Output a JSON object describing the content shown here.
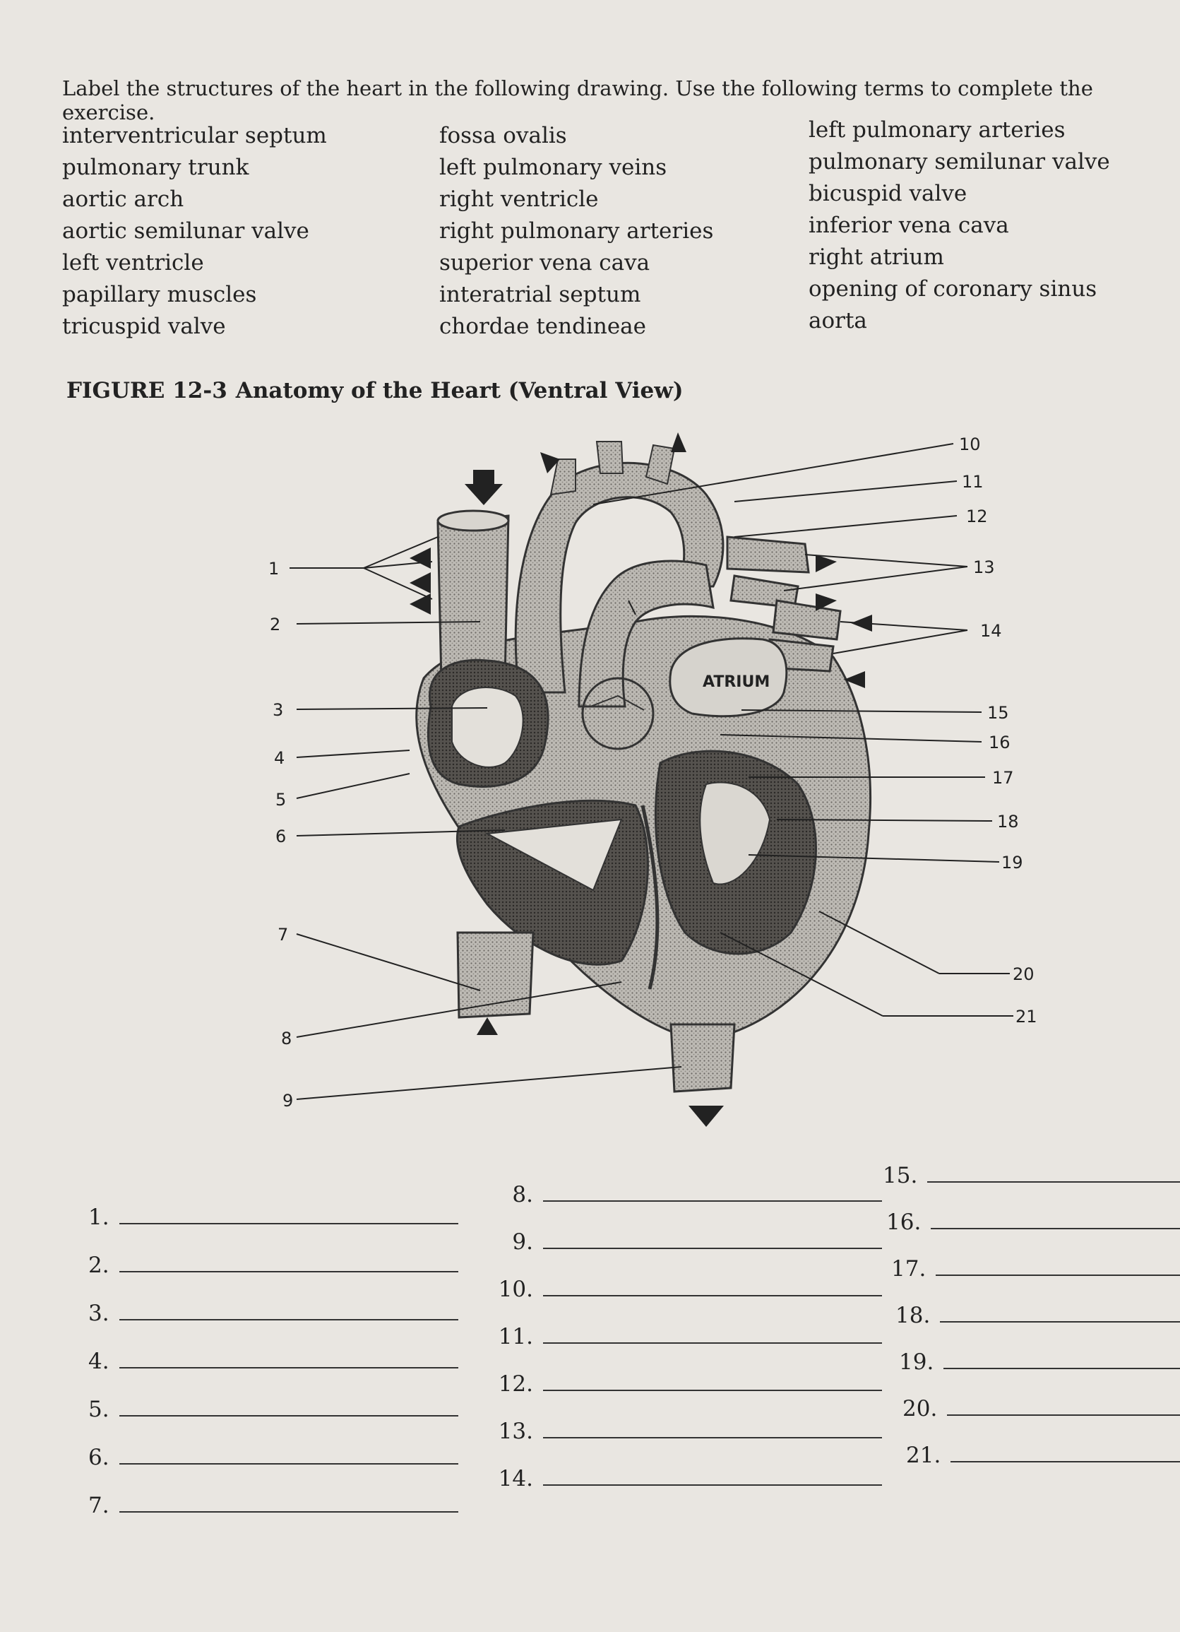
{
  "instructions": "Label the structures of the heart in the following drawing. Use the following terms to complete the exercise.",
  "terms": {
    "col1": [
      "interventricular septum",
      "pulmonary trunk",
      "aortic arch",
      "aortic semilunar valve",
      "left ventricle",
      "papillary muscles",
      "tricuspid valve"
    ],
    "col2": [
      "fossa ovalis",
      "left pulmonary veins",
      "right ventricle",
      "right pulmonary arteries",
      "superior vena cava",
      "interatrial septum",
      "chordae tendineae"
    ],
    "col3": [
      "left pulmonary arteries",
      "pulmonary semilunar valve",
      "bicuspid valve",
      "inferior vena cava",
      "right atrium",
      "opening of coronary sinus",
      "aorta"
    ]
  },
  "figure": {
    "number": "FIGURE 12-3",
    "title": "Anatomy of the Heart (Ventral View)",
    "chamber_label": "ATRIUM",
    "callouts_left": [
      "1",
      "2",
      "3",
      "4",
      "5",
      "6",
      "7",
      "8",
      "9"
    ],
    "callouts_right": [
      "10",
      "11",
      "12",
      "13",
      "14",
      "15",
      "16",
      "17",
      "18",
      "19",
      "20",
      "21"
    ]
  },
  "answers": {
    "col1": [
      "1.",
      "2.",
      "3.",
      "4.",
      "5.",
      "6.",
      "7."
    ],
    "col2": [
      "8.",
      "9.",
      "10.",
      "11.",
      "12.",
      "13.",
      "14."
    ],
    "col3": [
      "15.",
      "16.",
      "17.",
      "18.",
      "19.",
      "20.",
      "21."
    ]
  }
}
